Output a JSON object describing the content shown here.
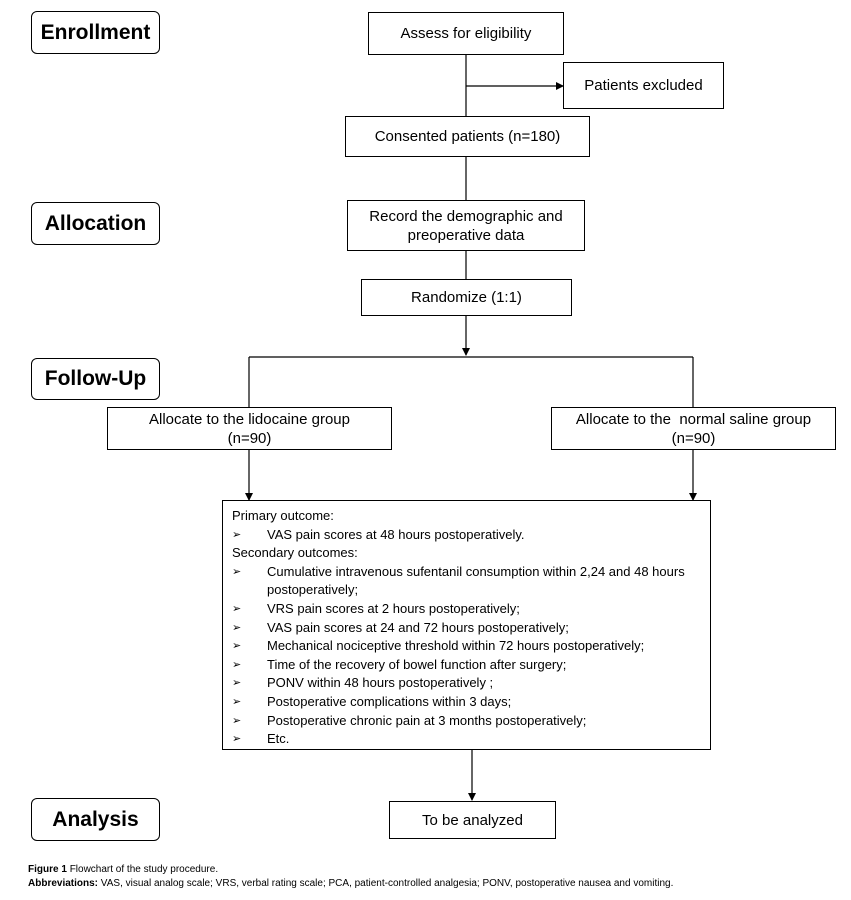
{
  "phases": {
    "enrollment": "Enrollment",
    "allocation": "Allocation",
    "followup": "Follow-Up",
    "analysis": "Analysis"
  },
  "boxes": {
    "assess": "Assess for eligibility",
    "excluded": "Patients excluded",
    "consented": "Consented patients (n=180)",
    "record_line1": "Record the demographic and",
    "record_line2": "preoperative data",
    "randomize": "Randomize (1:1)",
    "lidocaine_line1": "Allocate to the lidocaine group",
    "lidocaine_line2": "(n=90)",
    "saline_line1": "Allocate to the  normal saline group",
    "saline_line2": "(n=90)",
    "analyzed": "To be analyzed"
  },
  "outcomes": {
    "primary_header": "Primary outcome:",
    "primary": [
      "VAS pain scores at 48 hours postoperatively."
    ],
    "secondary_header": "Secondary outcomes:",
    "secondary": [
      "Cumulative intravenous sufentanil consumption within 2,24 and 48 hours postoperatively;",
      "VRS pain scores at 2 hours postoperatively;",
      "VAS pain scores at 24 and 72 hours postoperatively;",
      "Mechanical nociceptive threshold  within 72 hours postoperatively;",
      "Time of the recovery of bowel function after surgery;",
      "PONV within 48 hours postoperatively ;",
      "Postoperative complications within 3 days;",
      "Postoperative chronic pain at 3 months postoperatively;",
      "Etc."
    ],
    "bullet_glyph": "➢"
  },
  "caption": {
    "figure_label": "Figure 1",
    "figure_text": "Flowchart of the study procedure.",
    "abbr_label": "Abbreviations:",
    "abbr_text": "VAS, visual analog scale; VRS, verbal rating scale; PCA, patient-controlled analgesia; PONV, postoperative nausea and vomiting."
  }
}
